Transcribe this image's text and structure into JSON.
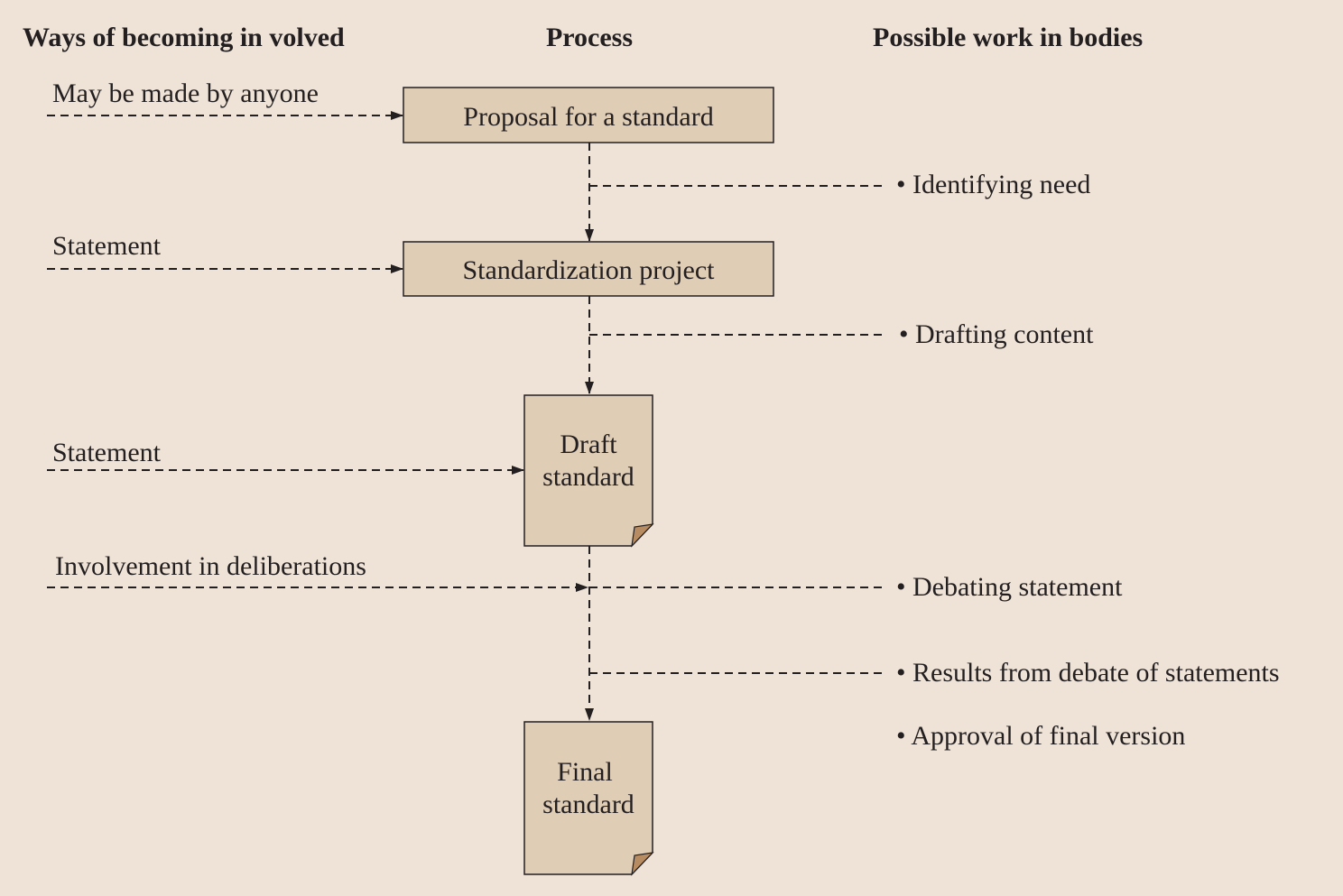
{
  "headers": {
    "ways": "Ways of becoming in volved",
    "process": "Process",
    "work": "Possible work in bodies"
  },
  "left_labels": {
    "proposal": "May be made by anyone",
    "project": "Statement",
    "draft": "Statement",
    "deliberation": "Involvement in deliberations"
  },
  "process_nodes": {
    "proposal": "Proposal for a standard",
    "project": "Standardization project",
    "draft_line1": "Draft",
    "draft_line2": "standard",
    "final_line1": "Final",
    "final_line2": "standard"
  },
  "work_items": {
    "identifying": "• Identifying need",
    "drafting": "• Drafting content",
    "debating": "• Debating statement",
    "results": "• Results from debate of statements",
    "approval": "• Approval of final version"
  },
  "colors": {
    "background": "#efe3d7",
    "box_fill": "#e0cdb6",
    "fold_fill": "#b88c62",
    "ink": "#231f20"
  }
}
